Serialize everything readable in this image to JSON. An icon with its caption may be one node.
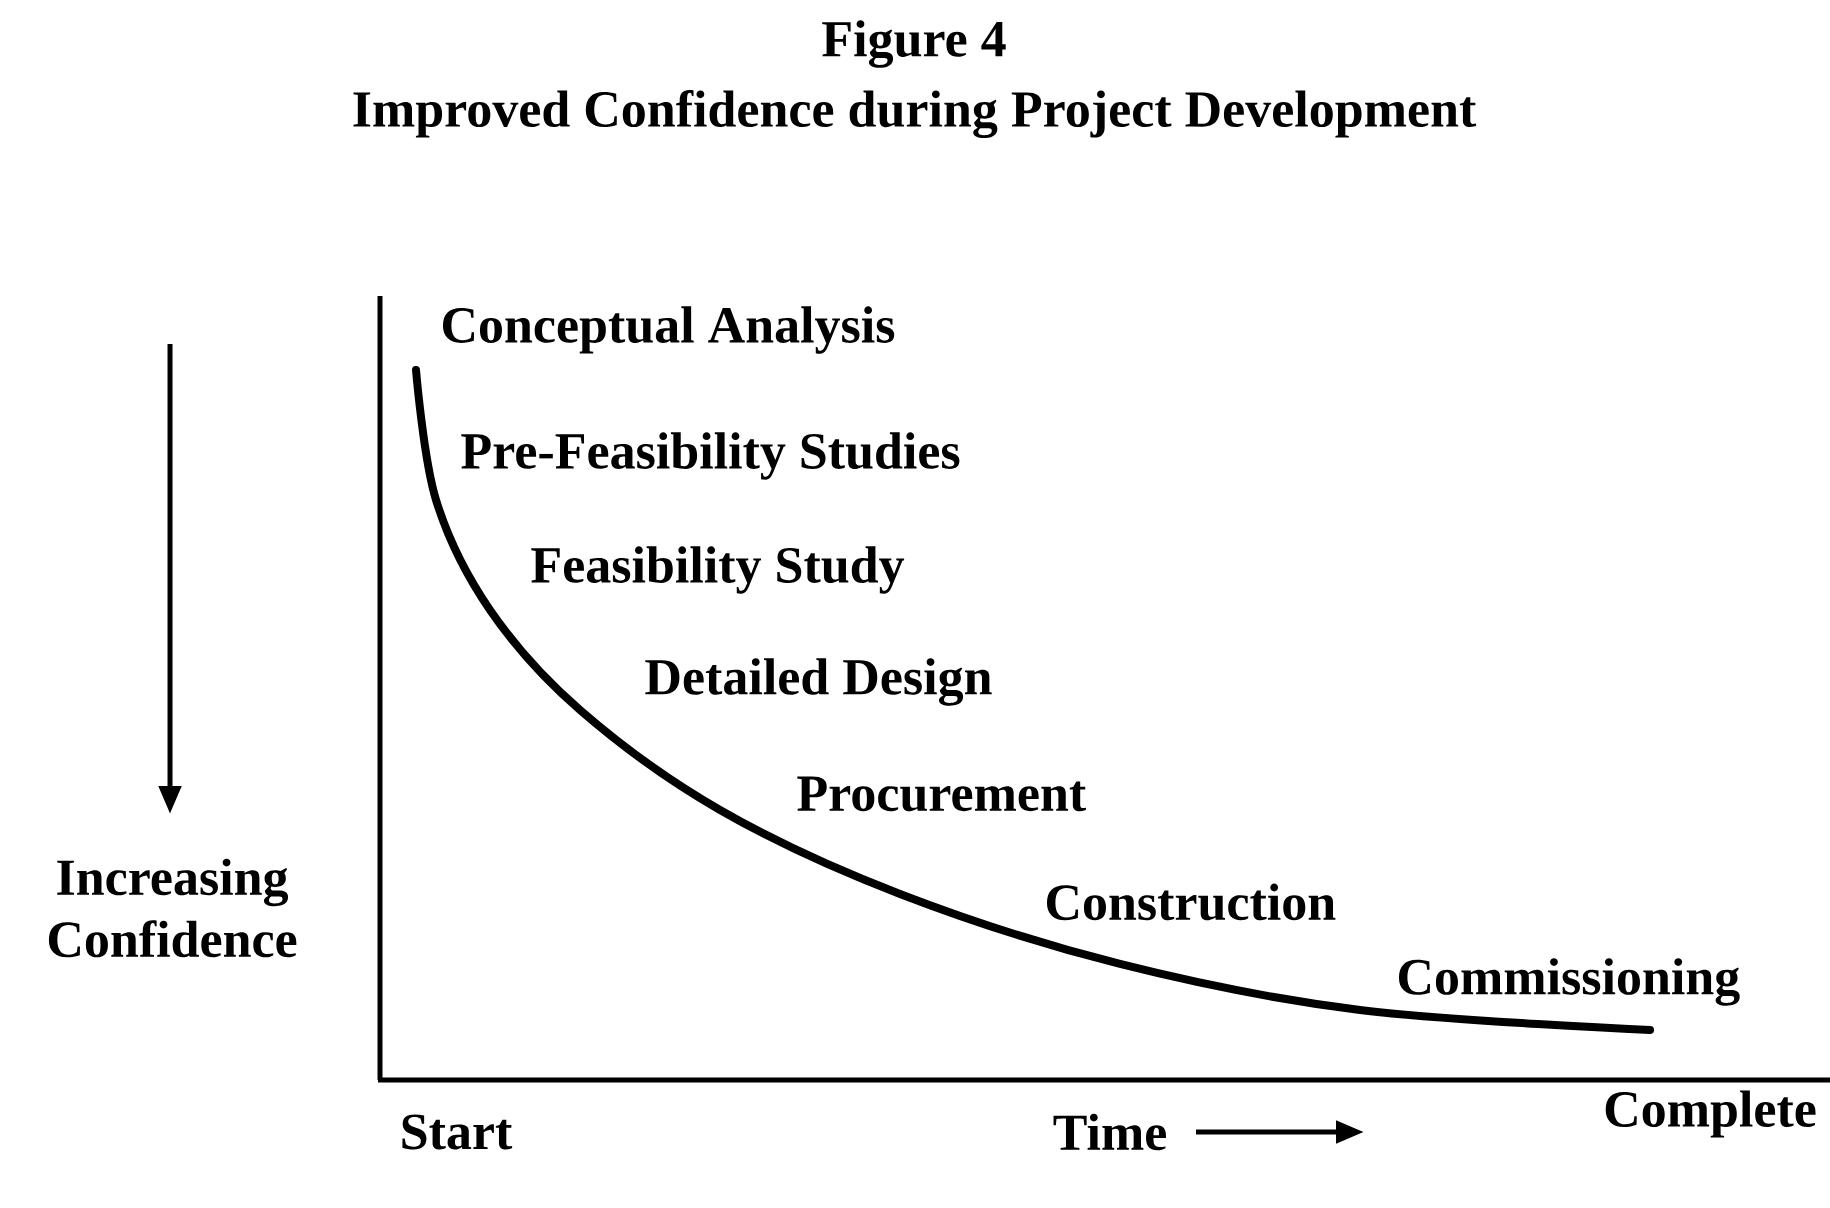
{
  "diagram": {
    "title": "Improved Confidence during Project Development",
    "labels": [
      "Figure 4",
      "Conceptual Analysis",
      "Pre-Feasibility Studies",
      "Feasibility Study",
      "Detailed Design",
      "Procurement",
      "Construction",
      "Commissioning",
      "Increasing Confidence",
      "Start",
      "Time",
      "Complete"
    ]
  }
}
